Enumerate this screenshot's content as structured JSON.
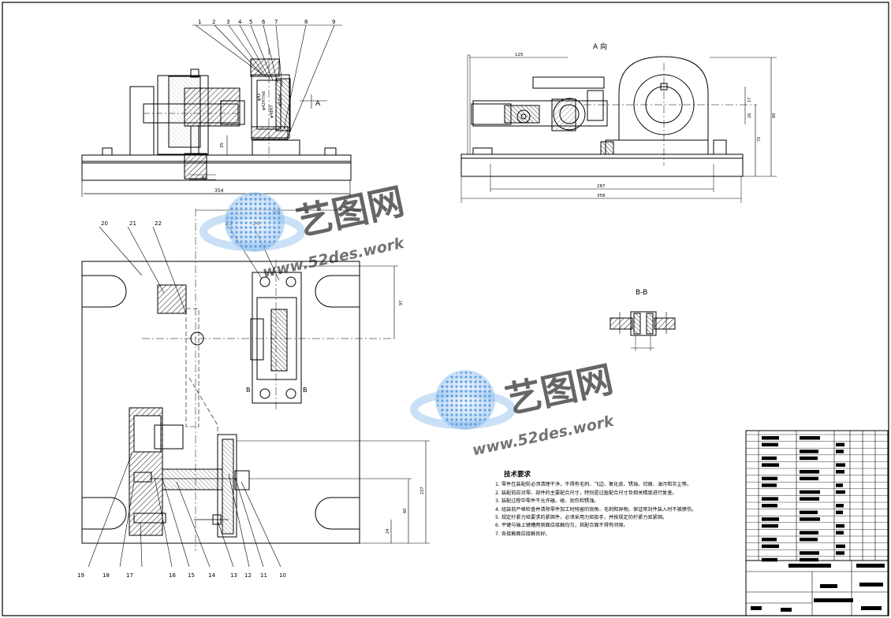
{
  "views": {
    "view_a_label": "A 向",
    "section_label": "B-B",
    "section_arrow_label": "A",
    "b_marker": "B"
  },
  "balloons": {
    "top": [
      "1",
      "2",
      "3",
      "4",
      "5",
      "6",
      "7",
      "8",
      "9"
    ],
    "plan_top": [
      "20",
      "21",
      "22",
      "23",
      "24"
    ],
    "plan_bottom": [
      "19",
      "18",
      "17",
      "16",
      "15",
      "14",
      "13",
      "12",
      "11",
      "10"
    ]
  },
  "dimensions": {
    "front_width": "354",
    "front_height": "35",
    "front_sub": "80",
    "a_left": "125",
    "a_right_1": "17",
    "a_right_2": "26",
    "a_right_3": "72",
    "a_right_4": "60",
    "a_bottom_1": "287",
    "a_bottom_2": "358",
    "plan_top": "200",
    "plan_right": "97",
    "plan_left_1": "237",
    "plan_left_2": "60",
    "plan_left_3": "24",
    "fit_1": "φ42H7/k6",
    "fit_2": "φ48H7",
    "fit_3": "φ42",
    "fit_4": "φ52h6"
  },
  "watermark": {
    "brand": "艺图网",
    "url": "www.52des.work"
  },
  "notes": {
    "title": "技术要求",
    "items": [
      "1. 零件在装配前必须清理干净，不得有毛刺、飞边、氧化皮、锈蚀、切屑、油污和灰尘等。",
      "2. 装配前应对零、部件的主要配合尺寸，特别是过盈配合尺寸及相关精度进行复查。",
      "3. 装配过程中零件不允许磕、碰、划伤和锈蚀。",
      "4. 组装前严格检查并清除零件加工时残留的锐角、毛刺和异物。保证密封件装入时不被擦伤。",
      "5. 规定拧紧力矩要求的紧固件，必须采用力矩扳手，并按规定的拧紧力矩紧固。",
      "6. 平键与轴上键槽两侧面应接触均匀，其配合面不得有间隙。",
      "7. 各接触面应接触良好。"
    ]
  },
  "colors": {
    "line": "#000000",
    "hatch": "#000000",
    "redact": "#000000",
    "watermark_blue": "#3a7fd9",
    "watermark_light": "#9cc7ee"
  }
}
